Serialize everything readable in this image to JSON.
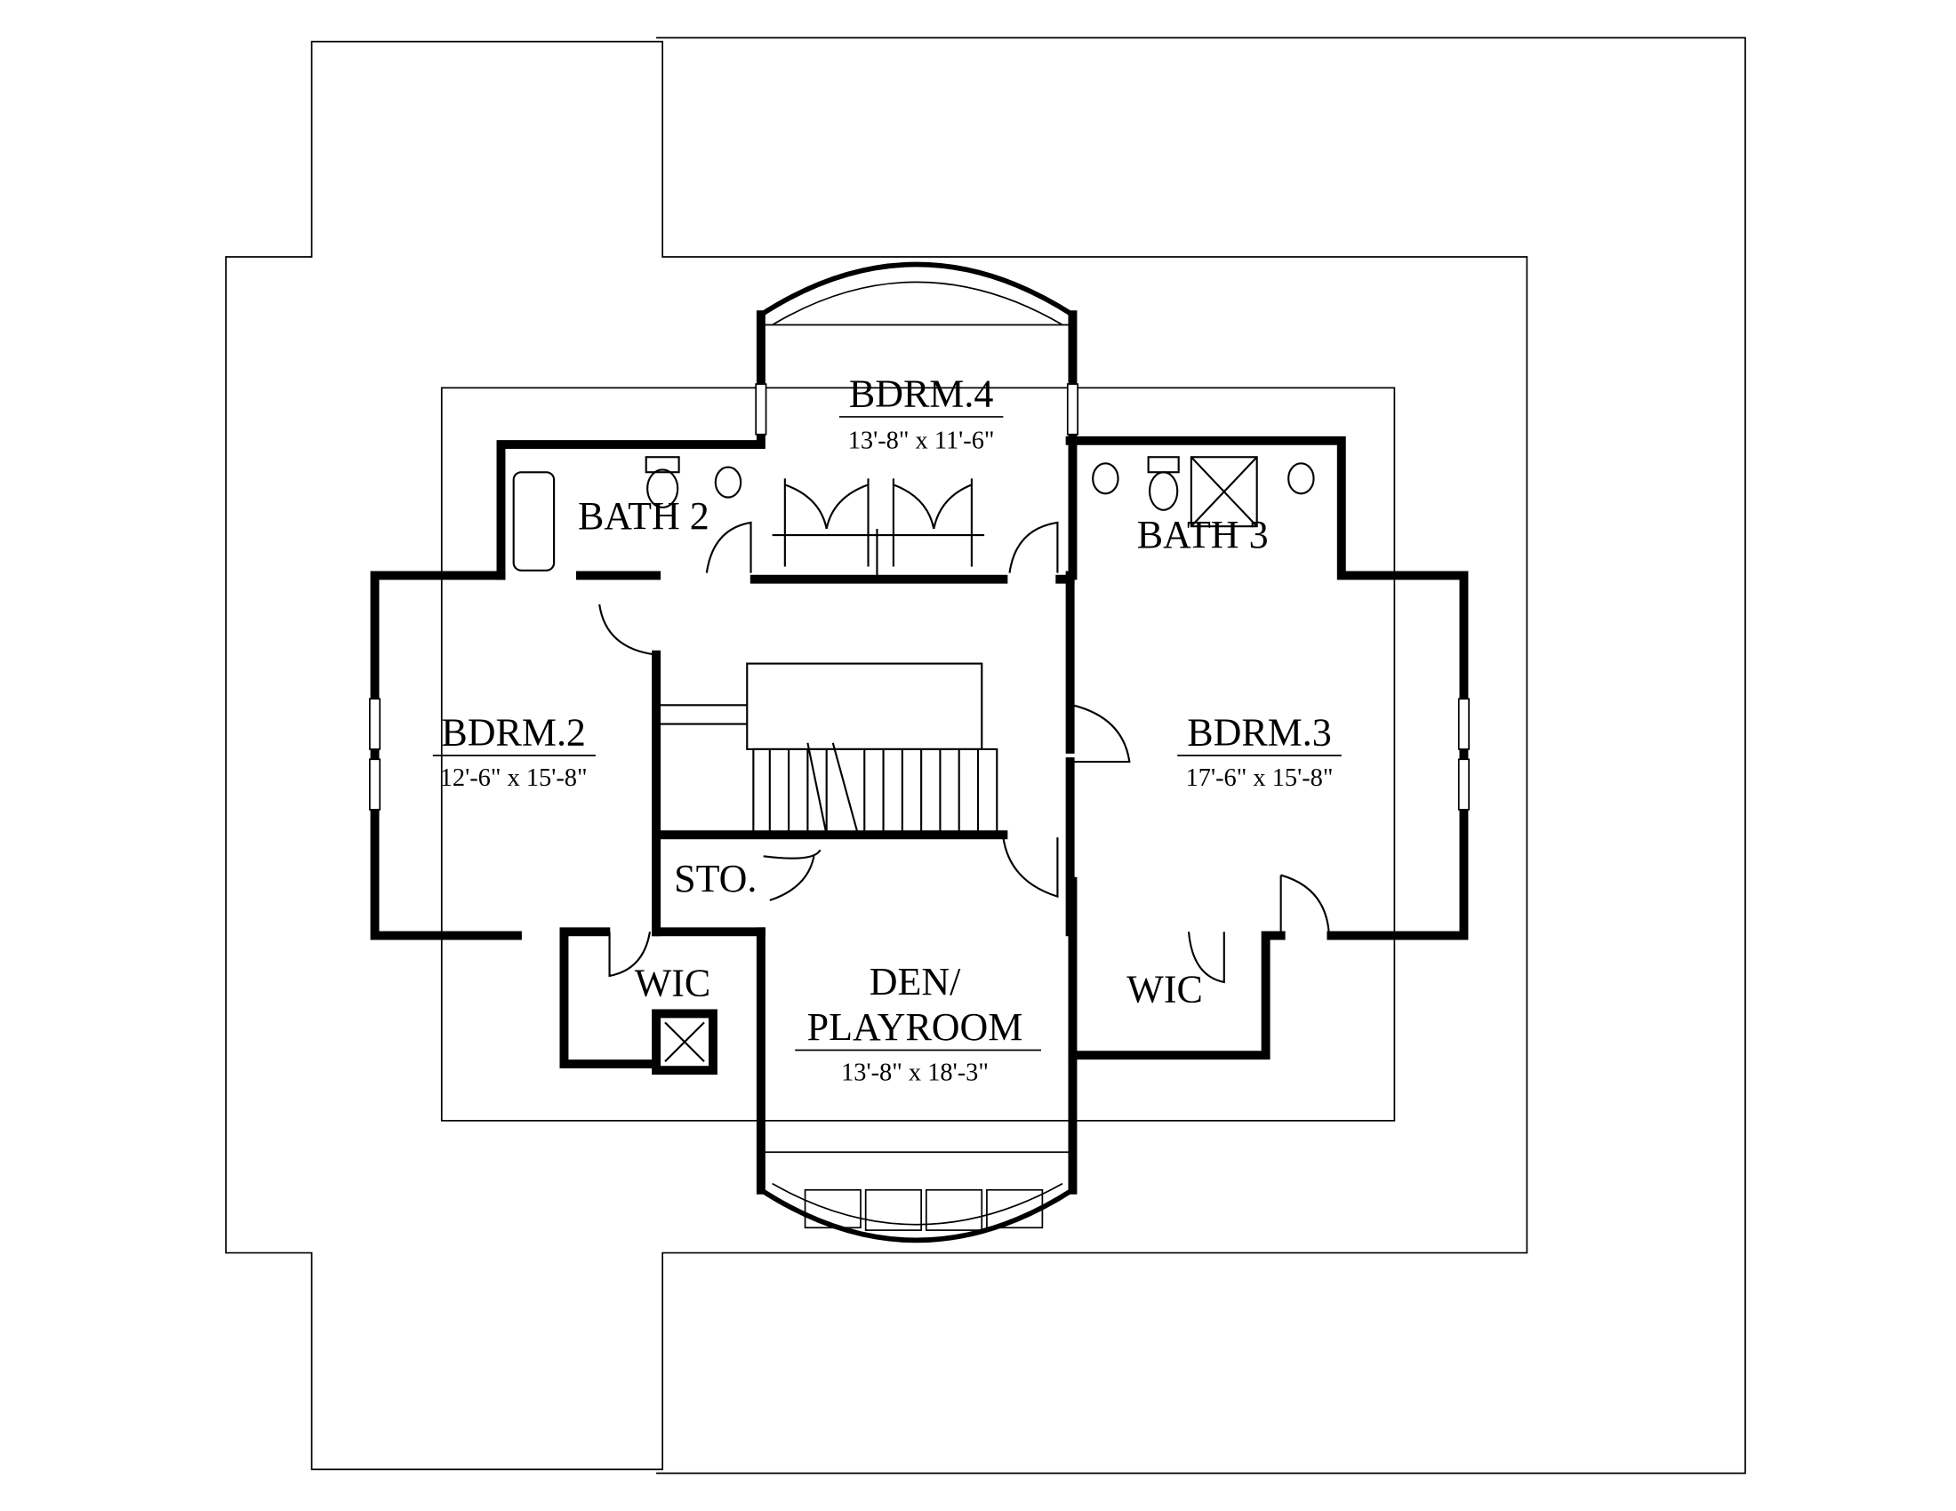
{
  "plan": {
    "rooms": {
      "bdrm4": {
        "name": "BDRM.4",
        "size": "13'-8\" x 11'-6\""
      },
      "bath2": {
        "name": "BATH 2"
      },
      "bath3": {
        "name": "BATH 3"
      },
      "bdrm2": {
        "name": "BDRM.2",
        "size": "12'-6\" x 15'-8\""
      },
      "bdrm3": {
        "name": "BDRM.3",
        "size": "17'-6\" x 15'-8\""
      },
      "sto": {
        "name": "STO."
      },
      "wic_left": {
        "name": "WIC"
      },
      "wic_right": {
        "name": "WIC"
      },
      "den": {
        "name_line1": "DEN/",
        "name_line2": "PLAYROOM",
        "size": "13'-8\" x 18'-3\""
      }
    }
  }
}
